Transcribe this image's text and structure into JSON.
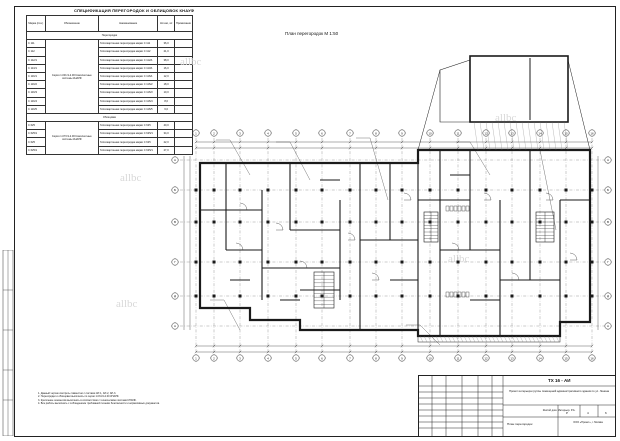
{
  "document": {
    "spec_title": "СПЕЦИФИКАЦИЯ ПЕРЕГОРОДОК И ОБЛИЦОВОК КНАУФ",
    "plan_title": "План перегородок М 1:50",
    "watermark": "allbc",
    "spec_table": {
      "headers": [
        "Марка (поз.)",
        "Обозначение",
        "Наименование",
        "Кол-во, м²",
        "Примечание"
      ],
      "section_partitions": "Перегородки",
      "section_claddings": "Облицовки",
      "rows_partitions": [
        {
          "mark": "С 111",
          "qty": "36,0"
        },
        {
          "mark": "С 112",
          "qty": "21,0"
        },
        {
          "mark": "С 112/1",
          "qty": "38,0"
        },
        {
          "mark": "С 113/1",
          "qty": "16,0"
        },
        {
          "mark": "С 116/1",
          "qty": "12,0"
        },
        {
          "mark": "С 116/2",
          "qty": "18,0"
        },
        {
          "mark": "С 116/3",
          "qty": "10,0"
        },
        {
          "mark": "С 116/4",
          "qty": "8,0"
        },
        {
          "mark": "С 116/5",
          "qty": "6,0"
        }
      ],
      "rows_claddings": [
        {
          "mark": "С 625",
          "qty": "40,0"
        },
        {
          "mark": "С 625/1",
          "qty": "34,0"
        },
        {
          "mark": "С 625",
          "qty": "22,0"
        },
        {
          "mark": "С 625/1",
          "qty": "27,0"
        }
      ],
      "row_name": "Гипсокартонная перегородка марки",
      "designation_partitions": "Серия 1.031.9-2.00 Комплектные системы КНАУФ",
      "designation_claddings": "Серия 1.073.9-2.00 Комплектные системы КНАУФ"
    },
    "notes": [
      "1. Данный чертеж смотреть совместно с листами АР-1, АР-2, АР-3.",
      "2. Перегородки и облицовки выполнить по серии 1.031.9-2.00 КНАУФ.",
      "3. Крепление элементов выполнить в соответствии с техническими листами КНАУФ.",
      "4. Все работы выполнять с соблюдением требований техники безопасности и нормативных документов."
    ],
    "title_block": {
      "code": "ТХ 16 - АИ",
      "description": "Проект интерьера группы помещений административного здания по ул. Ленина",
      "sheet": "Жилой дом. Интерьер. Р.А.",
      "plan_name": "План перегородок",
      "org": "ООО «Проект», г. Москва",
      "stage": "Р",
      "sheet_no": "4",
      "sheets": "6"
    },
    "axes_letters": [
      "А",
      "Б",
      "В",
      "Г",
      "Д"
    ],
    "axes_numbers": [
      "1",
      "2",
      "3",
      "4",
      "5",
      "6",
      "7",
      "8",
      "9",
      "10",
      "11",
      "12",
      "13",
      "14",
      "15",
      "16"
    ]
  }
}
